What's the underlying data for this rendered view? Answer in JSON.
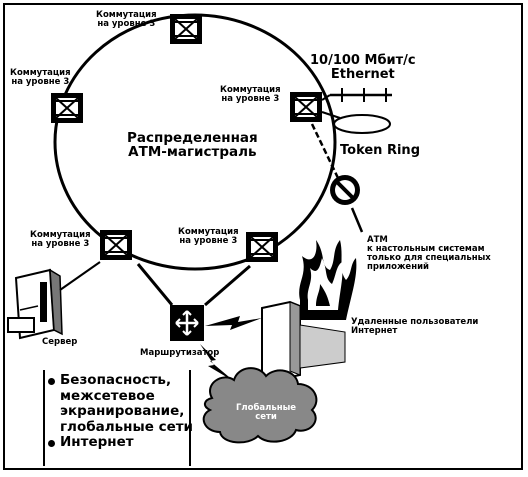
{
  "diagram": {
    "center_title_line1": "Распределенная",
    "center_title_line2": "АТМ-магистраль",
    "switch_label_line1": "Коммутация",
    "switch_label_line2": "на уровне 3",
    "ethernet_line1": "10/100 Мбит/с",
    "ethernet_line2": "Ethernet",
    "token_ring": "Token Ring",
    "atm_note_line1": "АТМ",
    "atm_note_line2": "к настольным системам",
    "atm_note_line3": "только для специальных",
    "atm_note_line4": "приложений",
    "server_label": "Сервер",
    "router_label": "Маршрутизатор",
    "remote_users_line1": "Удаленные пользователи",
    "remote_users_line2": "Интернет",
    "wan_line1": "Глобальные",
    "wan_line2": "сети",
    "bullets": [
      {
        "lines": [
          "Безопасность,",
          "межсетевое",
          "экранирование,",
          "глобальные сети"
        ]
      },
      {
        "lines": [
          "Интернет"
        ]
      }
    ]
  }
}
